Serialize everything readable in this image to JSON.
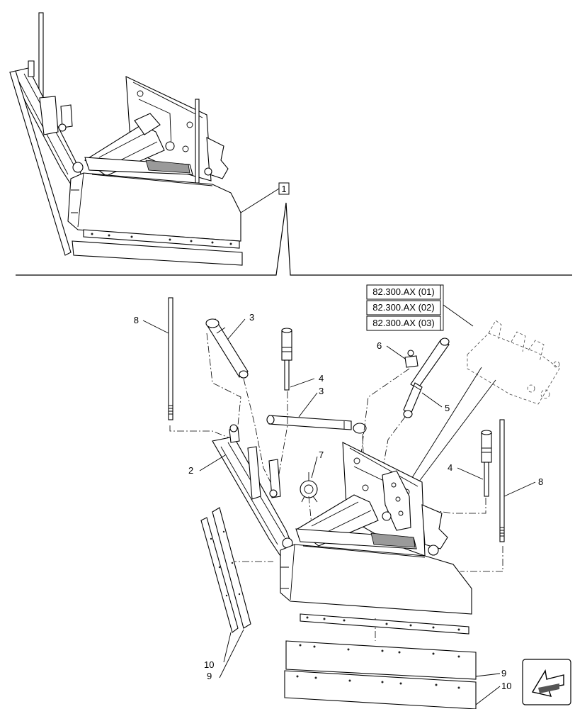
{
  "callouts": {
    "c1": "1",
    "c2": "2",
    "c3a": "3",
    "c3b": "3",
    "c4a": "4",
    "c4b": "4",
    "c5": "5",
    "c6": "6",
    "c7": "7",
    "c8a": "8",
    "c8b": "8",
    "c9a": "9",
    "c9b": "9",
    "c10a": "10",
    "c10b": "10"
  },
  "references": [
    "82.300.AX (01)",
    "82.300.AX (02)",
    "82.300.AX (03)"
  ],
  "icons": {
    "navigation": "arrow-back-icon"
  }
}
